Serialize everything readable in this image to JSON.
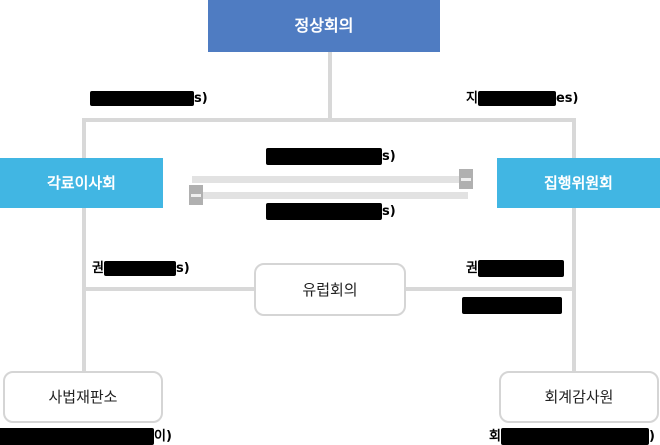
{
  "diagram": {
    "type": "organization-chart",
    "title_visible": false,
    "colors": {
      "top_node": "#4f7cc2",
      "side_node": "#41b6e3",
      "plain_node_border": "#d5d5d5",
      "connector": "#d8d8d8",
      "arrow_shaft": "#e2e2e2",
      "arrow_head": "#b0b0b0",
      "redaction": "#000000",
      "background": "#ffffff"
    },
    "nodes": {
      "summit": "정상회의",
      "council_of_ministers": "각료이사회",
      "executive_committee": "집행위원회",
      "european_assembly": "유럽회의",
      "court_of_justice": "사법재판소",
      "court_of_auditors": "회계감사원"
    },
    "edge_labels": {
      "top_left": {
        "prefix": "",
        "suffix": "s)",
        "redacted": true
      },
      "top_right": {
        "prefix": "지",
        "suffix": "es)",
        "redacted": true
      },
      "center_upper": {
        "prefix": "",
        "suffix": "s)",
        "redacted": true
      },
      "center_lower": {
        "prefix": "",
        "suffix": "s)",
        "redacted": true
      },
      "mid_left": {
        "prefix": "권",
        "suffix": "s)",
        "redacted": true
      },
      "mid_right_line1": {
        "prefix": "권",
        "suffix": "",
        "redacted": true
      },
      "mid_right_line2": {
        "prefix": "",
        "suffix": "",
        "redacted": true
      },
      "bottom_left": {
        "prefix": "",
        "suffix": "이)",
        "redacted": true
      },
      "bottom_right": {
        "prefix": "회",
        "suffix": ")",
        "redacted": true
      }
    }
  }
}
